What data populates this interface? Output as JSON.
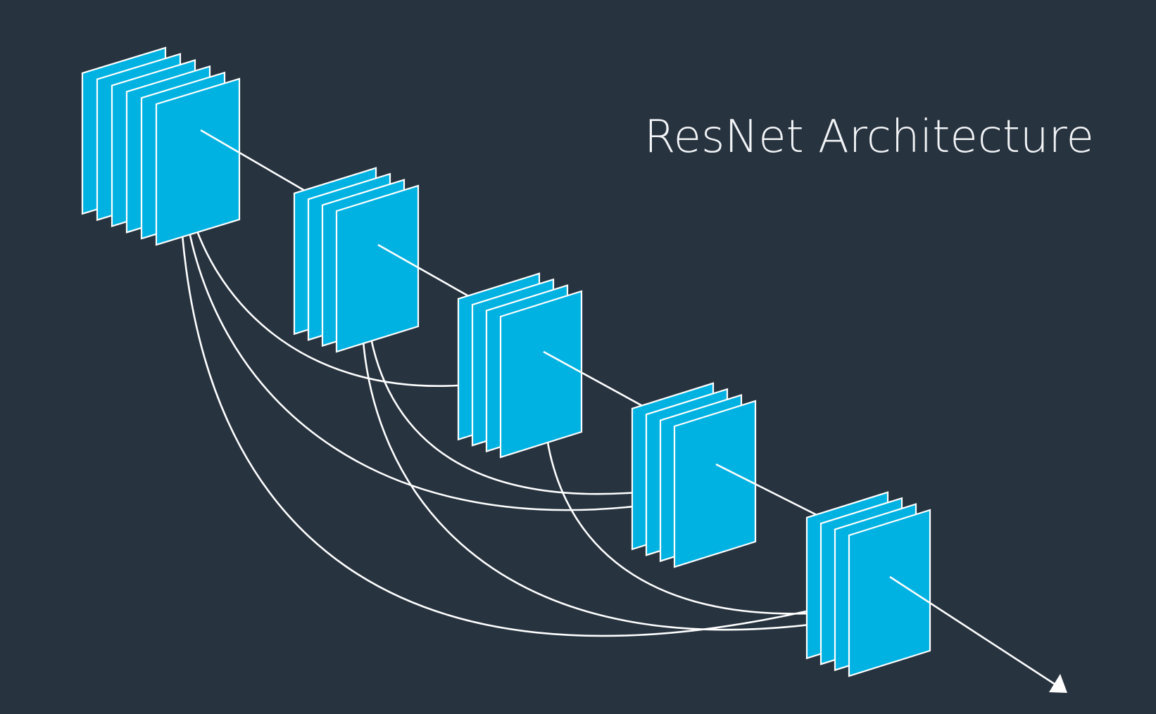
{
  "title": "ResNet Architecture",
  "colors": {
    "background": "#27333f",
    "layer_fill": "#00b2e2",
    "layer_edge": "#ffffff",
    "connection": "#ffffff",
    "title_text": "#f2f4f6"
  },
  "diagram": {
    "blocks": [
      {
        "id": "block-1",
        "layer_count": 6
      },
      {
        "id": "block-2",
        "layer_count": 4
      },
      {
        "id": "block-3",
        "layer_count": 4
      },
      {
        "id": "block-4",
        "layer_count": 4
      },
      {
        "id": "block-5",
        "layer_count": 4
      }
    ],
    "skip_connections": [
      {
        "from": "block-1",
        "to": "block-3"
      },
      {
        "from": "block-1",
        "to": "block-4"
      },
      {
        "from": "block-1",
        "to": "block-5"
      },
      {
        "from": "block-2",
        "to": "block-4"
      },
      {
        "from": "block-2",
        "to": "block-5"
      },
      {
        "from": "block-3",
        "to": "block-5"
      }
    ],
    "output_arrow": true
  }
}
